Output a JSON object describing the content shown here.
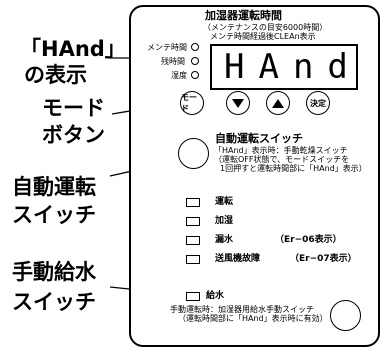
{
  "callouts": {
    "hand_display_line1": "「HAnd」",
    "hand_display_line2": "の表示",
    "mode_button_line1": "モード",
    "mode_button_line2": "ボタン",
    "auto_switch_line1": "自動運転",
    "auto_switch_line2": "スイッチ",
    "manual_switch_line1": "手動給水",
    "manual_switch_line2": "スイッチ"
  },
  "header": {
    "title": "加湿器運転時間",
    "subtitle1": "（メンテナンスの目安6000時間）",
    "subtitle2": "メンテ時間経過後CLEAn表示"
  },
  "indicators": {
    "maint_time": "メンテ時間",
    "remaining_time": "残時間",
    "humidity": "湿度"
  },
  "display": {
    "text": "HAnd"
  },
  "buttons": {
    "mode": "モード",
    "confirm": "決定"
  },
  "auto_switch": {
    "title": "自動運転スイッチ",
    "desc1": "「HAnd」表示時：手動乾燥スイッチ",
    "desc2": "（運転OFF状態で、モードスイッチを",
    "desc3": "1回押すと運転時間部に「HAnd」表示）"
  },
  "lamps": [
    {
      "label": "運転",
      "note": ""
    },
    {
      "label": "加湿",
      "note": ""
    },
    {
      "label": "漏水",
      "note": "（Er−06表示）"
    },
    {
      "label": "送風機故障",
      "note": "（Er−07表示）"
    }
  ],
  "supply": {
    "label": "給水",
    "desc1": "手動運転時：加湿器用給水手動スイッチ",
    "desc2": "（運転時間部に「HAnd」表示時に有効）"
  }
}
